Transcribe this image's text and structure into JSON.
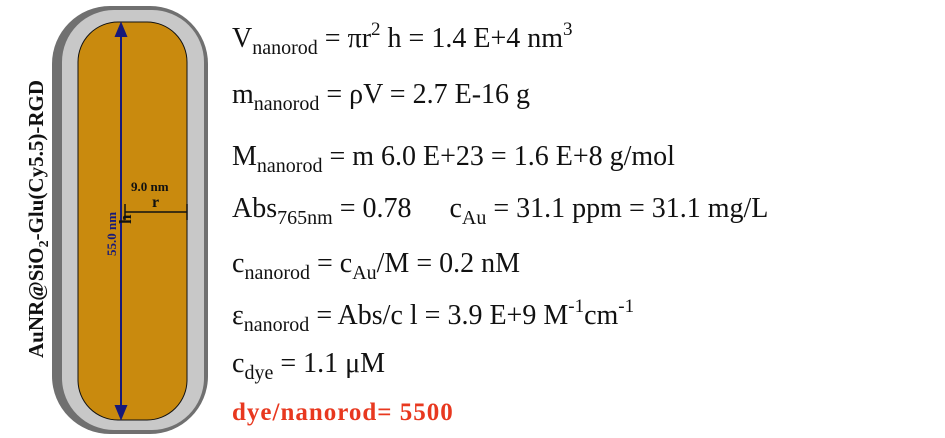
{
  "figure": {
    "side_label": {
      "main": "AuNR@SiO",
      "sub": "2",
      "rest": "-Glu(Cy5.5)-RGD"
    },
    "length_label": "55.0 nm",
    "length_symbol": "h",
    "radius_label": "9.0 nm",
    "radius_symbol": "r",
    "colors": {
      "shell_outer": "#707070",
      "shell_inner": "#c8c8c8",
      "gold": "#c98a0e",
      "arrow": "#16197a",
      "result": "#e8381f"
    }
  },
  "equations": {
    "volume": {
      "lhs": "V",
      "lhs_sub": "nanorod",
      "eq": " = πr",
      "pow": "2",
      "rest": " h = 1.4 E+4 nm",
      "unit_pow": "3"
    },
    "mass": {
      "lhs": "m",
      "lhs_sub": "nanorod",
      "rest": " = ρV = 2.7 E-16 g"
    },
    "molar_mass": {
      "lhs": "M",
      "lhs_sub": "nanorod",
      "rest": " = m 6.0 E+23  = 1.6 E+8 g/mol"
    },
    "absorbance": {
      "lhs": "Abs",
      "lhs_sub": "765nm",
      "rest": " = 0.78"
    },
    "gold_conc": {
      "lhs": "c",
      "lhs_sub": "Au",
      "rest": " = 31.1 ppm = 31.1 mg/L"
    },
    "rod_conc": {
      "lhs": "c",
      "lhs_sub": "nanorod",
      "mid": " = c",
      "mid_sub": "Au",
      "rest": "/M = 0.2 nM"
    },
    "extinction": {
      "lhs": "ε",
      "lhs_sub": "nanorod",
      "rest": " = Abs/c l = 3.9 E+9 M",
      "p1": "-1",
      "unit2": "cm",
      "p2": "-1"
    },
    "dye_conc": {
      "lhs": "c",
      "lhs_sub": "dye",
      "rest": " = 1.1  μM"
    },
    "ratio": {
      "text": "dye/nanorod=  5500"
    }
  }
}
